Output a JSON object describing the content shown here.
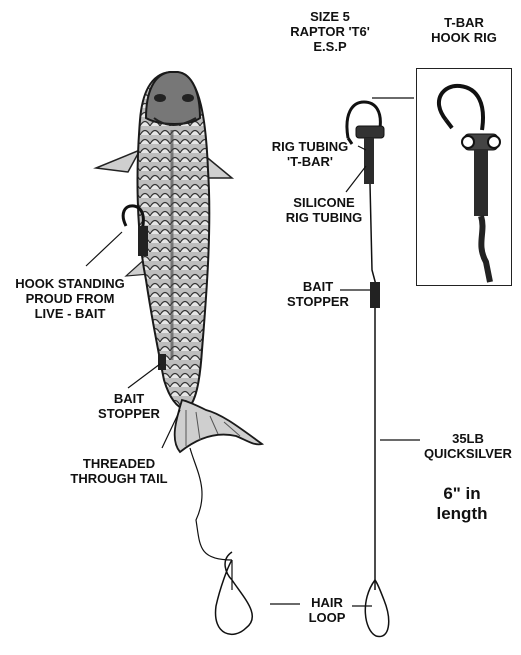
{
  "labels": {
    "hook_size": "SIZE 5\nRAPTOR 'T6'\nE.S.P",
    "inset_title": "T-BAR\nHOOK RIG",
    "rig_tubing": "RIG TUBING\n'T-BAR'",
    "silicone": "SILICONE\nRIG TUBING",
    "bait_stopper_right": "BAIT\nSTOPPER",
    "hook_standing": "HOOK STANDING\nPROUD FROM\nLIVE - BAIT",
    "bait_stopper_left": "BAIT\nSTOPPER",
    "threaded": "THREADED\nTHROUGH TAIL",
    "line_type": "35LB\nQUICKSILVER",
    "length": "6\" in\nlength",
    "hair_loop": "HAIR\nLOOP"
  },
  "colors": {
    "ink": "#111111",
    "fish_dark": "#2b2b2b",
    "fish_mid": "#8a8a8a",
    "fish_light": "#d9d9d9"
  },
  "icons": [
    "fish-illustration",
    "hook-icon",
    "t-bar-tubing-icon",
    "bait-stopper-icon",
    "hair-loop-icon"
  ]
}
